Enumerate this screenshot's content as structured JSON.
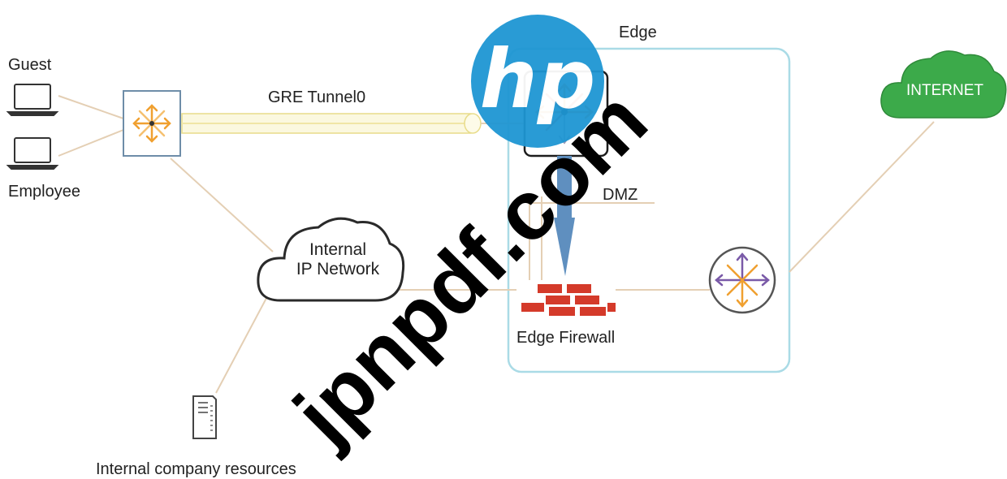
{
  "labels": {
    "guest": "Guest",
    "employee": "Employee",
    "gre_tunnel": "GRE Tunnel0",
    "edge": "Edge",
    "dmz": "DMZ",
    "internal_network_line1": "Internal",
    "internal_network_line2": "IP Network",
    "edge_firewall": "Edge Firewall",
    "internet": "INTERNET",
    "internal_resources": "Internal company resources"
  },
  "watermark": {
    "text": "jpnpdf.com",
    "logo_text": "hp"
  },
  "colors": {
    "link_line": "#e4cfb4",
    "tunnel": "#f3edb0",
    "edge_box": "#aadbe6",
    "internet_cloud": "#3caa4a",
    "firewall": "#d43a2a",
    "hp_logo": "#1e96d3",
    "arrow": "#5f8fbf"
  }
}
